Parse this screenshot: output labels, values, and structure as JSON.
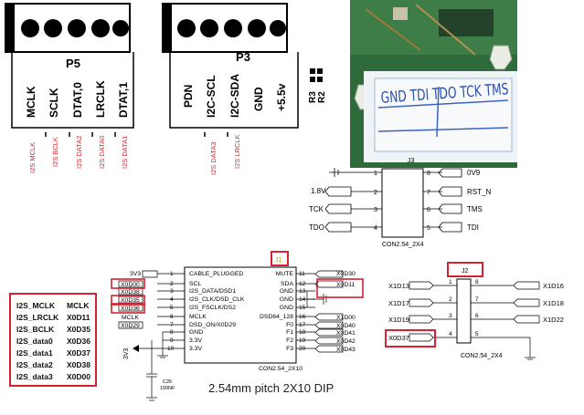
{
  "p5": {
    "title": "P5",
    "pins": [
      "MCLK",
      "SCLK",
      "DTAT,0",
      "LRCLK",
      "DTAT,1"
    ],
    "labels": [
      "I2S MCLK",
      "I2S BCLK",
      "I2S DATA2",
      "I2S DATA0",
      "I2S DATA1"
    ]
  },
  "p3": {
    "title": "P3",
    "pins": [
      "PDN",
      "I2C-SCL",
      "I2C-SDA",
      "GND",
      "+5.5v"
    ],
    "labels": [
      "I2S DATA3",
      "I2S LRCLK"
    ],
    "r3": "R3",
    "r2": "R2"
  },
  "j3": {
    "ref": "J3",
    "name": "CON2.54_2X4",
    "left_nets": [
      "",
      "1.8V",
      "TCK",
      "TDO"
    ],
    "right_nets": [
      "0V9",
      "RST_N",
      "TMS",
      "TDI"
    ],
    "left_pins": [
      "1",
      "2",
      "3",
      "4"
    ],
    "right_pins": [
      "8",
      "7",
      "6",
      "5"
    ]
  },
  "j1": {
    "ref": "J1",
    "name": "CON2.54_2X10",
    "left_nets": [
      "3V3",
      "X0D00",
      "X0D38",
      "X0D35",
      "X0D36",
      "MCLK",
      "X0D29"
    ],
    "left_pins": [
      "1",
      "2",
      "3",
      "4",
      "5",
      "6",
      "7",
      "8",
      "9",
      "10"
    ],
    "left_labels": [
      "CABLE_PLUGGED",
      "SCL",
      "I2S_DATA/DSD1",
      "I2S_CLK/DSD_CLK",
      "I2S_FSCLK/DS2",
      "MCLK",
      "DSD_ON/X0D29",
      "GND",
      "3.3V",
      "3.3V"
    ],
    "right_labels": [
      "MUTE",
      "SDA",
      "GND",
      "GND",
      "GND",
      "DSD64_128",
      "F0",
      "F1",
      "F2",
      "F3"
    ],
    "right_pins": [
      "11",
      "12",
      "13",
      "14",
      "15",
      "16",
      "17",
      "18",
      "19",
      "20"
    ],
    "right_nets": [
      "X0D30",
      "X0D11",
      "X1D00",
      "X0D40",
      "X0D41",
      "X0D42",
      "X0D43"
    ],
    "power": "3V3",
    "cap_ref": "C26",
    "cap_val": "100NF"
  },
  "j2": {
    "ref": "J2",
    "name": "CON2.54_2X4",
    "left_nets": [
      "X1D13",
      "X1D17",
      "X1D19",
      "X0D37"
    ],
    "right_nets": [
      "X1D16",
      "X1D18",
      "X1D22"
    ],
    "left_pins": [
      "1",
      "2",
      "3",
      "4"
    ],
    "right_pins": [
      "8",
      "7",
      "6",
      "5"
    ]
  },
  "mapping": [
    {
      "signal": "I2S_MCLK",
      "pin": "MCLK"
    },
    {
      "signal": "I2S_LRCLK",
      "pin": "X0D11"
    },
    {
      "signal": "I2S_BCLK",
      "pin": "X0D35"
    },
    {
      "signal": "I2S_data0",
      "pin": "X0D36"
    },
    {
      "signal": "I2S_data1",
      "pin": "X0D37"
    },
    {
      "signal": "I2S_data2",
      "pin": "X0D38"
    },
    {
      "signal": "I2S_data3",
      "pin": "X0D00"
    }
  ],
  "pitch_note": "2.54mm pitch 2X10 DIP",
  "photo_text": "GND TDI TDO TCK TMS",
  "colors": {
    "accent": "#d8262f",
    "line": "#000000",
    "board": "#2f6b3a"
  }
}
